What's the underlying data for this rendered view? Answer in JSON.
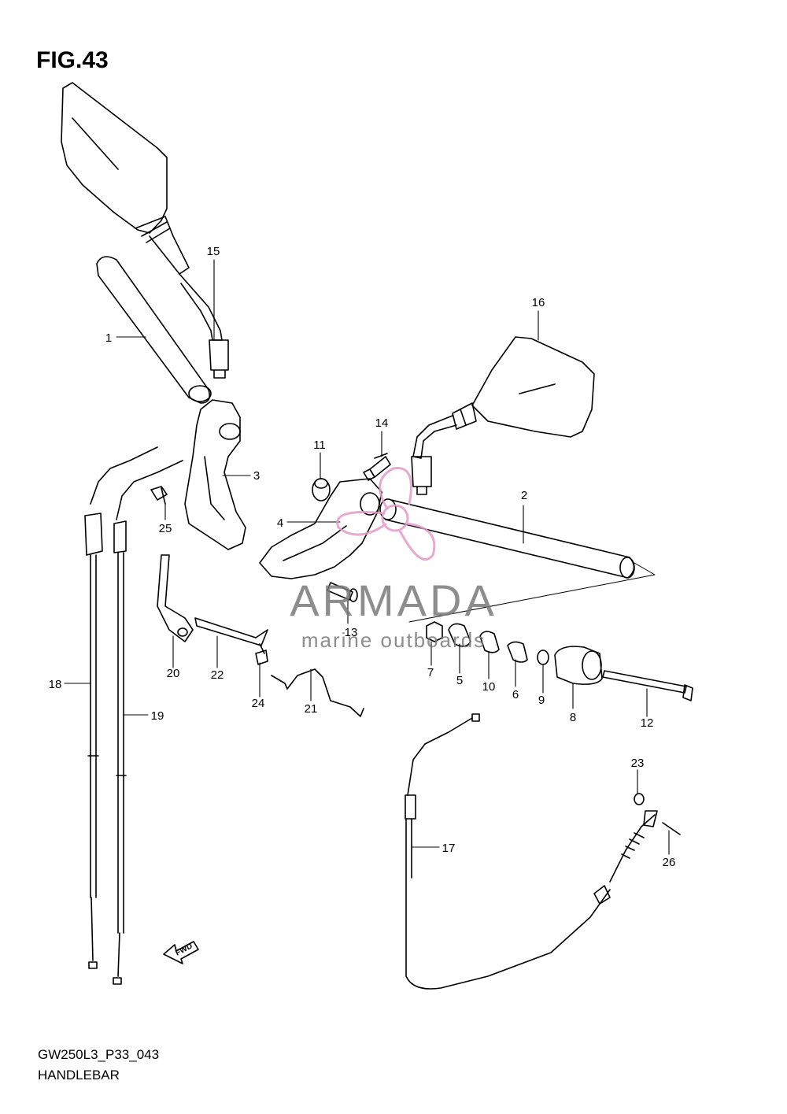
{
  "figure_title": "FIG.43",
  "footer": {
    "code": "GW250L3_P33_043",
    "name": "HANDLEBAR"
  },
  "watermark": {
    "brand": "ARMADA",
    "tagline": "marine outboards",
    "color": "#e39ac9",
    "text_color": "#7a7a7a"
  },
  "fwd_label": "FWD",
  "callouts": [
    {
      "id": "c1",
      "label": "1"
    },
    {
      "id": "c2",
      "label": "2"
    },
    {
      "id": "c3",
      "label": "3"
    },
    {
      "id": "c4",
      "label": "4"
    },
    {
      "id": "c5",
      "label": "5"
    },
    {
      "id": "c6",
      "label": "6"
    },
    {
      "id": "c7",
      "label": "7"
    },
    {
      "id": "c8",
      "label": "8"
    },
    {
      "id": "c9",
      "label": "9"
    },
    {
      "id": "c10",
      "label": "10"
    },
    {
      "id": "c11",
      "label": "11"
    },
    {
      "id": "c12",
      "label": "12"
    },
    {
      "id": "c13",
      "label": "13"
    },
    {
      "id": "c14",
      "label": "14"
    },
    {
      "id": "c15",
      "label": "15"
    },
    {
      "id": "c16",
      "label": "16"
    },
    {
      "id": "c17",
      "label": "17"
    },
    {
      "id": "c18",
      "label": "18"
    },
    {
      "id": "c19",
      "label": "19"
    },
    {
      "id": "c20",
      "label": "20"
    },
    {
      "id": "c21",
      "label": "21"
    },
    {
      "id": "c22",
      "label": "22"
    },
    {
      "id": "c23",
      "label": "23"
    },
    {
      "id": "c24",
      "label": "24"
    },
    {
      "id": "c25",
      "label": "25"
    },
    {
      "id": "c26",
      "label": "26"
    }
  ]
}
